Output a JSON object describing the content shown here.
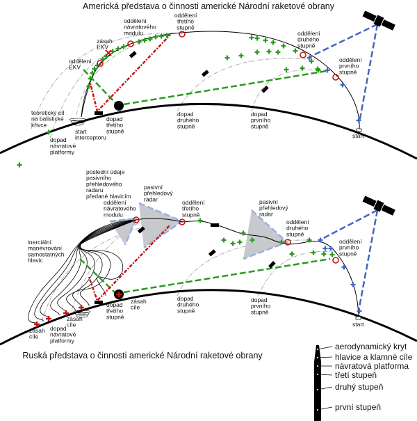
{
  "titles": {
    "top": "Americká představa o činnosti americké Národní raketové obrany",
    "bottom": "Ruská představa o činnosti americké Národní raketové obrany"
  },
  "labels": {
    "t_sep3": [
      "oddělení",
      "třetího",
      "stupně"
    ],
    "t_retmod": [
      "oddělení",
      "návratového",
      "modulu"
    ],
    "t_zasah": [
      "zásah",
      "EKV"
    ],
    "t_ekv": [
      "oddělení",
      "EKV"
    ],
    "t_teor": [
      "teoretický cíl",
      "na balistické",
      "křivce"
    ],
    "t_dopnav": [
      "dopad",
      "návratové",
      "platformy"
    ],
    "t_startint": [
      "start",
      "interceptoru"
    ],
    "t_dop3": [
      "dopad",
      "třetího",
      "stupně"
    ],
    "t_dop2": [
      "dopad",
      "druhého",
      "stupně"
    ],
    "t_dop1": [
      "dopad",
      "prvního",
      "stupně"
    ],
    "t_sep2": [
      "oddělení",
      "druhého",
      "stupně"
    ],
    "t_sep1": [
      "oddělení",
      "prvního",
      "stupně"
    ],
    "t_start": [
      "start"
    ],
    "b_last": [
      "poslední údaje",
      "pasivního",
      "přehledového",
      "radaru",
      "předané hlavicím"
    ],
    "b_rad1": [
      "pasivní",
      "přehledový",
      "radar"
    ],
    "b_retmod": [
      "oddělení",
      "návratového",
      "modulu"
    ],
    "b_sep3": [
      "oddělení",
      "třetího",
      "stupně"
    ],
    "b_inert": [
      "inerciální",
      "manévrování",
      "samostatných",
      "hlavic"
    ],
    "b_dop3": [
      "dopad",
      "třetího",
      "stupně"
    ],
    "b_zasah1": [
      "zásah",
      "cíle"
    ],
    "b_dop2": [
      "dopad",
      "druhého",
      "stupně"
    ],
    "b_zasah2": [
      "zásah",
      "cíle"
    ],
    "b_zasah3": [
      "zásah",
      "cíle"
    ],
    "b_dopnav": [
      "dopad",
      "návratové",
      "platformy"
    ],
    "b_rad2": [
      "pasivní",
      "přehledový",
      "radar"
    ],
    "b_sep2": [
      "oddělení",
      "druhého",
      "stupně"
    ],
    "b_sep1": [
      "oddělení",
      "prvního",
      "stupně"
    ],
    "b_dop1": [
      "dopad",
      "prvního",
      "stupně"
    ],
    "b_start": [
      "start"
    ]
  },
  "legend": [
    "aerodynamický kryt",
    "hlavice a klamné cíle",
    "návratová platforma",
    "třetí stupeň",
    "druhý stupeň",
    "první stupeň"
  ],
  "colors": {
    "green": "#2a9a1e",
    "red": "#c81414",
    "blue": "#4466c0",
    "radar_fill": "#c8c9cd",
    "radar_edge": "#9aaee0"
  }
}
